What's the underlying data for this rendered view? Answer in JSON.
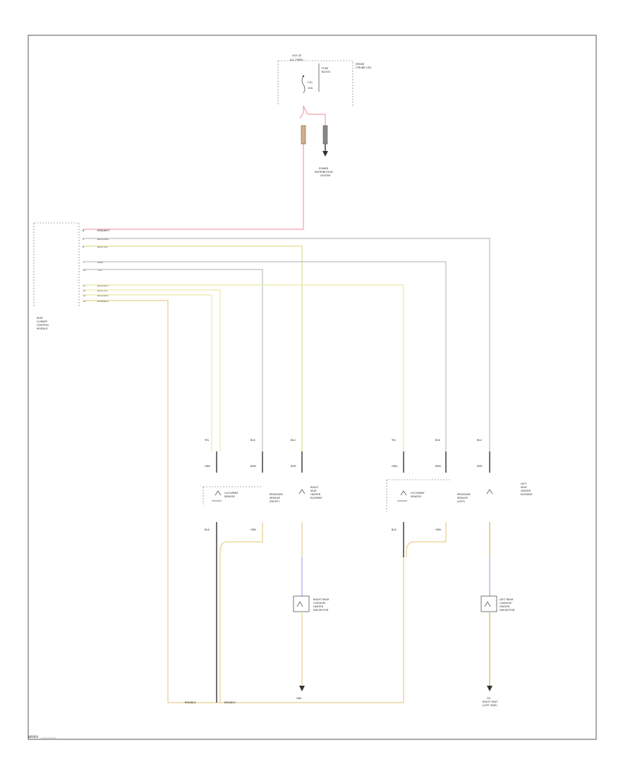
{
  "footer_code": "W0004",
  "fuse": {
    "box_label": [
      "HOT AT",
      "ALL TIMES"
    ],
    "block_label": [
      "FUSE",
      "BLOCK",
      "(REAR)",
      "(TRUNK LID)"
    ],
    "fuse_id": "F10",
    "amps": "10A"
  },
  "power_distribution": [
    "POWER",
    "DISTRIBUTION",
    "SYSTEM"
  ],
  "control_unit": [
    "SEAT",
    "CLIMATE",
    "CONTROL",
    "MODULE"
  ],
  "connector_wires": [
    {
      "pin": "8",
      "color": "RED/WHT"
    },
    {
      "pin": "5",
      "color": "BLU/GRN"
    },
    {
      "pin": "6",
      "color": "BLU/YEL"
    },
    {
      "pin": "7",
      "color": "GRN"
    },
    {
      "pin": "10",
      "color": "YEL"
    },
    {
      "pin": "11",
      "color": "BLU/WHT"
    },
    {
      "pin": "12",
      "color": "BLU/YEL"
    },
    {
      "pin": "13",
      "color": "BLU/WHT"
    },
    {
      "pin": "14",
      "color": "BRN/BLK"
    }
  ],
  "left_cluster": {
    "occupancy_sensor": [
      "OCCUPANT",
      "SENSOR"
    ],
    "pressure_sensor": [
      "PRESSURE",
      "SENSOR",
      "(RIGHT)"
    ],
    "heater_element": [
      "RIGHT",
      "SEAT",
      "HEATER",
      "ELEMENT"
    ],
    "fan_motor": [
      "RIGHT REAR",
      "CUSHION",
      "HEATER",
      "FAN MOTOR"
    ],
    "pin_labels": [
      "YEL",
      "BLK",
      "BLU",
      "GRN",
      "BRN",
      "RED",
      "BLK",
      "GRN"
    ]
  },
  "right_cluster": {
    "occupancy_sensor": [
      "OCCUPANT",
      "SENSOR"
    ],
    "pressure_sensor": [
      "PRESSURE",
      "SENSOR",
      "(LEFT)"
    ],
    "heater_element": [
      "LEFT",
      "SEAT",
      "HEATER",
      "ELEMENT"
    ],
    "fan_motor": [
      "LEFT REAR",
      "CUSHION",
      "HEATER",
      "FAN MOTOR"
    ],
    "pin_labels": [
      "YEL",
      "BLK",
      "BLU",
      "GRN",
      "BRN",
      "RED",
      "BLK",
      "GRN"
    ]
  },
  "ground_labels": {
    "splice_a": "BRN/BLK",
    "splice_b": "BRN/BLK",
    "ground_center": "G80",
    "ground_right": [
      "G5",
      "RIGHT SEAT",
      "(LEFT SIDE)"
    ]
  }
}
